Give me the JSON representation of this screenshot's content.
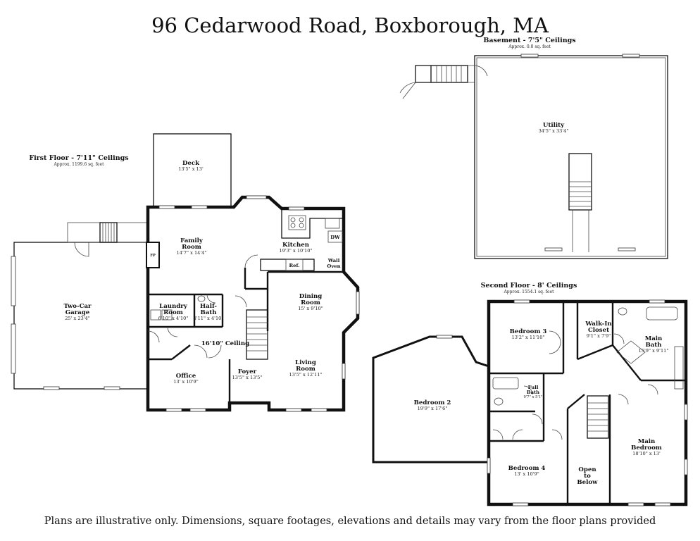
{
  "title": "96 Cedarwood Road, Boxborough, MA",
  "disclaimer": "Plans are illustrative only. Dimensions, square footages, elevations and details may vary from the floor plans provided",
  "basement": {
    "heading": "Basement - 7'5\" Ceilings",
    "area": "Approx. 0.0 sq. feet",
    "rooms": [
      {
        "name": "Utility",
        "dims": "34'5\" x 33'4\""
      }
    ]
  },
  "first_floor": {
    "heading": "First Floor - 7'11\" Ceilings",
    "area": "Approx. 1199.6 sq. feet",
    "ceiling_note": "16'10\" Ceiling",
    "deck": {
      "name": "Deck",
      "dims": "13'5\" x 13'"
    },
    "garage": {
      "line1": "Two-Car",
      "line2": "Garage",
      "dims": "25' x 23'4\""
    },
    "family": {
      "line1": "Family",
      "line2": "Room",
      "dims": "14'7\" x 14'4\""
    },
    "kitchen": {
      "name": "Kitchen",
      "dims": "19'3\" x 10'10\""
    },
    "dining": {
      "line1": "Dining",
      "line2": "Room",
      "dims": "15' x 9'10\""
    },
    "living": {
      "line1": "Living",
      "line2": "Room",
      "dims": "13'5\" x 12'11\""
    },
    "laundry": {
      "line1": "Laundry",
      "line2": "Room",
      "dims": "6'10\" x 4'10\""
    },
    "halfbath": {
      "line1": "Half-",
      "line2": "Bath",
      "dims": "4'11\" x 4'10\""
    },
    "office": {
      "name": "Office",
      "dims": "13' x 10'9\""
    },
    "foyer": {
      "name": "Foyer",
      "dims": "13'5\" x 13'5\""
    },
    "labels": {
      "fp": "FP",
      "ref": "Ref.",
      "dw": "DW",
      "wall_oven_1": "Wall",
      "wall_oven_2": "Oven"
    }
  },
  "second_floor": {
    "heading": "Second Floor - 8' Ceilings",
    "area": "Approx. 1554.1 sq. feet",
    "bedroom2": {
      "name": "Bedroom 2",
      "dims": "19'9\" x 17'6\""
    },
    "bedroom3": {
      "name": "Bedroom 3",
      "dims": "13'2\" x 11'10\""
    },
    "walkin": {
      "line1": "Walk-In",
      "line2": "Closet",
      "dims": "9'1\" x 7'9\""
    },
    "mainbath": {
      "line1": "Main",
      "line2": "Bath",
      "dims": "15'9\" x 9'11\""
    },
    "fullbath": {
      "line1": "Full",
      "line2": "Bath",
      "dims": "9'7\" x 5'1\""
    },
    "bedroom4": {
      "name": "Bedroom 4",
      "dims": "13' x 10'9\""
    },
    "open": {
      "line1": "Open",
      "line2": "to",
      "line3": "Below"
    },
    "mainbed": {
      "line1": "Main",
      "line2": "Bedroom",
      "dims": "18'10\" x 13'"
    }
  }
}
